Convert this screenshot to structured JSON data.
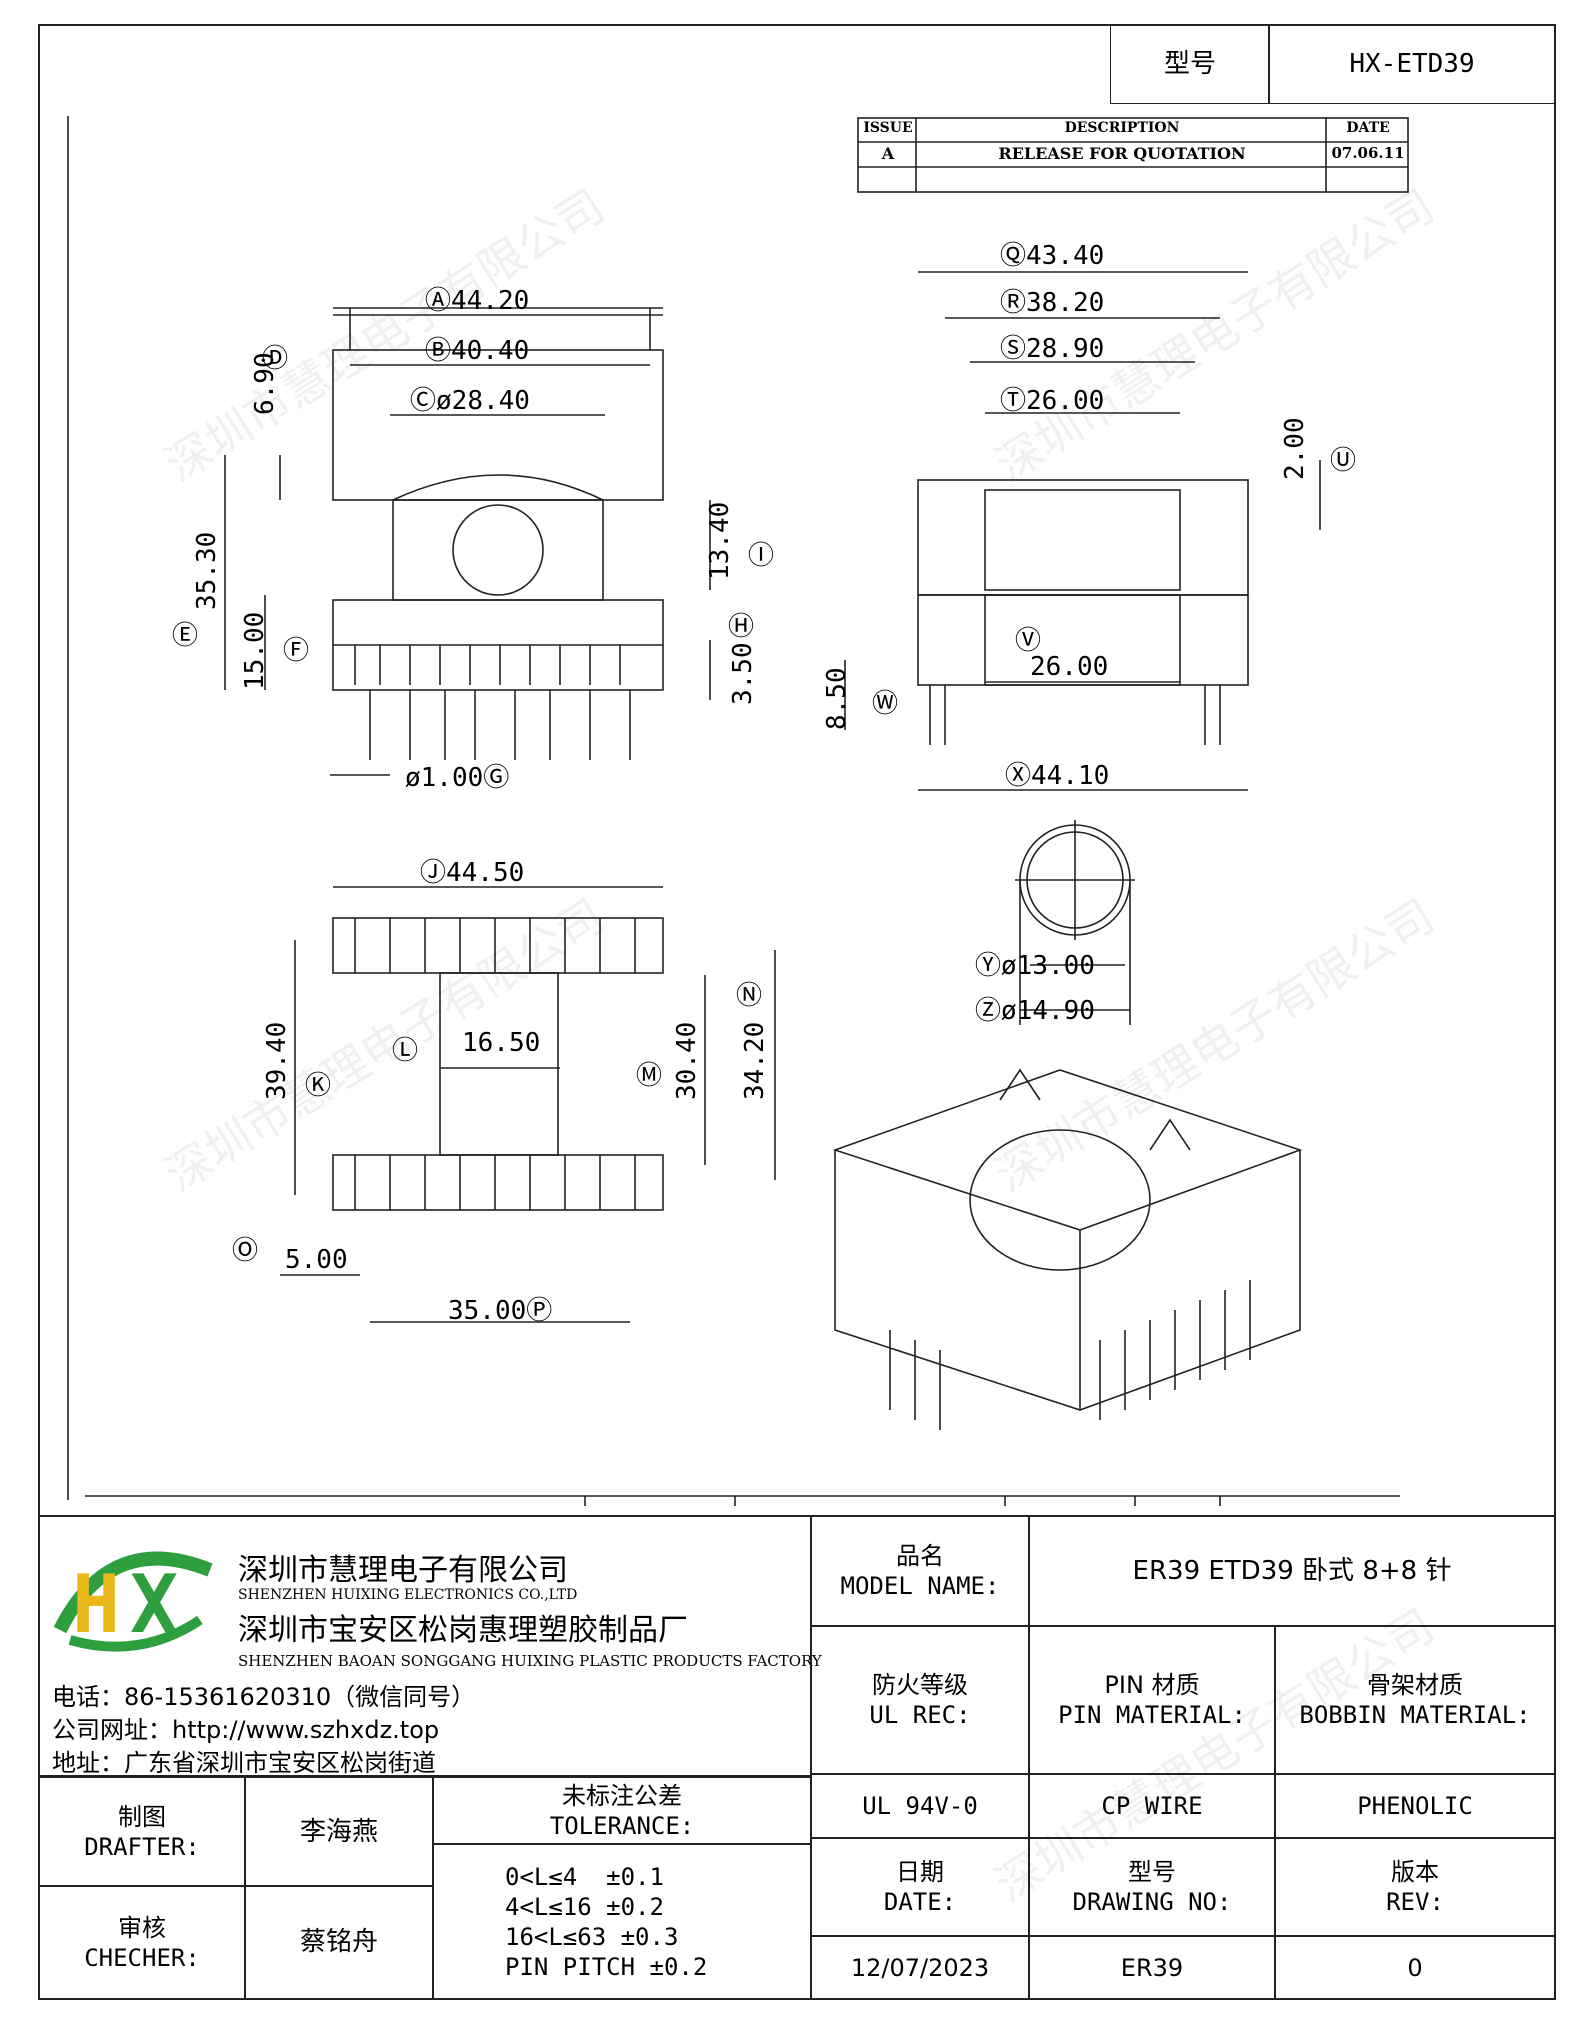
{
  "header": {
    "model_label": "型号",
    "model_value": "HX-ETD39"
  },
  "revision_table": {
    "headers": [
      "ISSUE",
      "DESCRIPTION",
      "DATE"
    ],
    "rows": [
      [
        "A",
        "RELEASE FOR QUOTATION",
        "07.06.11"
      ]
    ]
  },
  "dimensions": {
    "A": "44.20",
    "B": "40.40",
    "C": "ø28.40",
    "D": "6.90",
    "E": "35.30",
    "F": "15.00",
    "G": "ø1.00",
    "H": "3.50",
    "I": "13.40",
    "J": "44.50",
    "K": "39.40",
    "L": "16.50",
    "M": "30.40",
    "N": "34.20",
    "O": "5.00",
    "P": "35.00",
    "Q": "43.40",
    "R": "38.20",
    "S": "28.90",
    "T": "26.00",
    "U": "2.00",
    "V": "26.00",
    "W": "8.50",
    "X": "44.10",
    "Y": "ø13.00",
    "Z": "ø14.90"
  },
  "watermark": "深圳市慧理电子有限公司",
  "company": {
    "logo_text": "HX",
    "name_cn": "深圳市慧理电子有限公司",
    "name_en": "SHENZHEN HUIXING ELECTRONICS CO.,LTD",
    "factory_cn": "深圳市宝安区松岗惠理塑胶制品厂",
    "factory_en": "SHENZHEN BAOAN SONGGANG HUIXING PLASTIC PRODUCTS FACTORY",
    "phone": "电话：86-15361620310（微信同号）",
    "website": "公司网址：http://www.szhxdz.top",
    "address": "地址：广东省深圳市宝安区松岗街道"
  },
  "title_block": {
    "model_name_cn": "品名",
    "model_name_en": "MODEL NAME:",
    "model_name_value": "ER39 ETD39 卧式 8+8 针",
    "ul_rec_cn": "防火等级",
    "ul_rec_en": "UL REC:",
    "pin_material_cn": "PIN 材质",
    "pin_material_en": "PIN MATERIAL:",
    "bobbin_material_cn": "骨架材质",
    "bobbin_material_en": "BOBBIN MATERIAL:",
    "ul_rec_value": "UL 94V-0",
    "pin_material_value": "CP WIRE",
    "bobbin_material_value": "PHENOLIC",
    "date_cn": "日期",
    "date_en": "DATE:",
    "drawing_no_cn": "型号",
    "drawing_no_en": "DRAWING NO:",
    "rev_cn": "版本",
    "rev_en": "REV:",
    "date_value": "12/07/2023",
    "drawing_no_value": "ER39",
    "rev_value": "0",
    "drafter_cn": "制图",
    "drafter_en": "DRAFTER:",
    "drafter_value": "李海燕",
    "checker_cn": "审核",
    "checker_en": "CHECHER:",
    "checker_value": "蔡铭舟",
    "tolerance_cn": "未标注公差",
    "tolerance_en": "TOLERANCE:",
    "tolerance_lines": [
      "0<L≤4  ±0.1",
      "4<L≤16 ±0.2",
      "16<L≤63 ±0.3",
      "PIN PITCH ±0.2"
    ]
  },
  "colors": {
    "logo_green": "#2e9e3e",
    "logo_yellow": "#e8b81a",
    "line": "#222222"
  }
}
